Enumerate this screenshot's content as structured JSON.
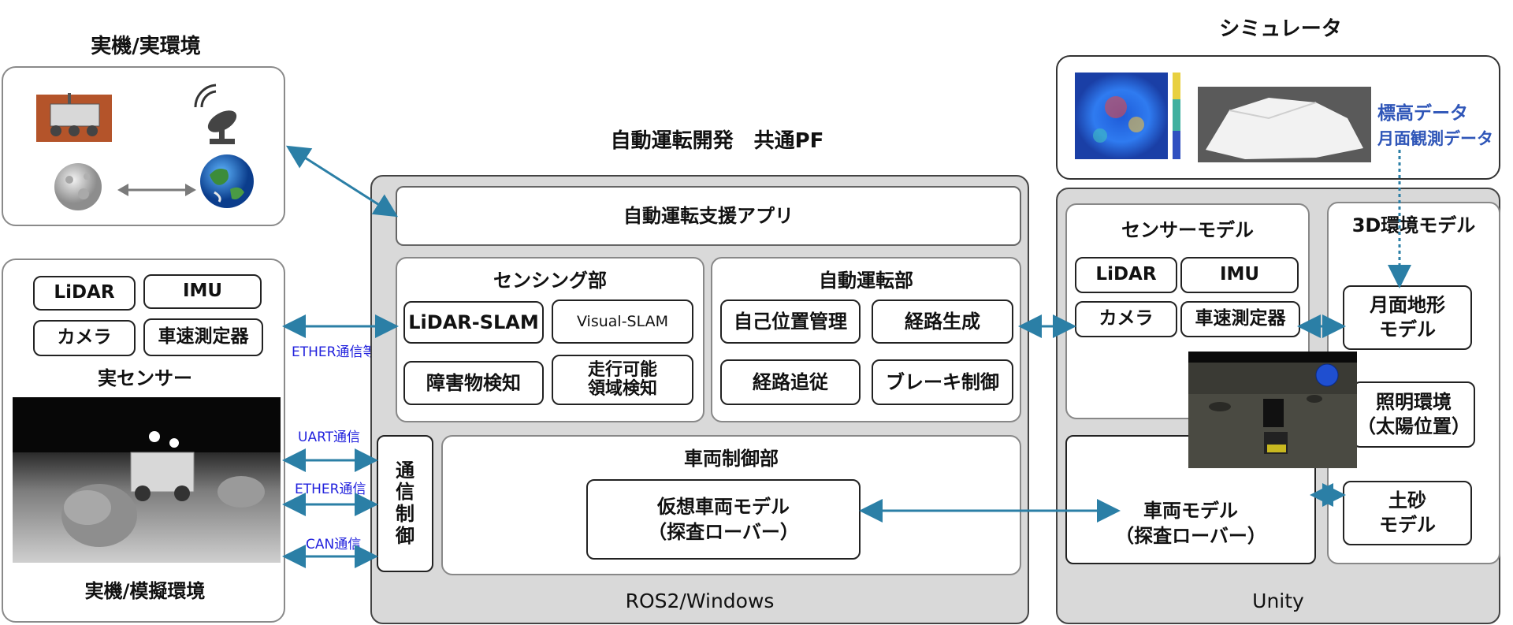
{
  "real": {
    "title": "実機/実環境",
    "sensor_section": "実センサー",
    "sensors": [
      "LiDAR",
      "IMU",
      "カメラ",
      "車速測定器"
    ],
    "env_label": "実機/模擬環境"
  },
  "comm_links": [
    "ETHER通信等",
    "UART通信",
    "ETHER通信",
    "CAN通信"
  ],
  "pf": {
    "title": "自動運転開発　共通PF",
    "app": "自動運転支援アプリ",
    "sensing": {
      "title": "センシング部",
      "items": [
        "LiDAR-SLAM",
        "Visual-SLAM",
        "障害物検知",
        "走行可能\n領域検知"
      ]
    },
    "driving": {
      "title": "自動運転部",
      "items": [
        "自己位置管理",
        "経路生成",
        "経路追従",
        "ブレーキ制御"
      ]
    },
    "comm": "通\n信\n制\n御",
    "vehicle_ctrl": {
      "title": "車両制御部",
      "model": "仮想車両モデル\n（探査ローバー）"
    },
    "os": "ROS2/Windows"
  },
  "sim": {
    "title": "シミュレータ",
    "data_labels": [
      "標高データ",
      "月面観測データ"
    ],
    "sensor_model": {
      "title": "センサーモデル",
      "items": [
        "LiDAR",
        "IMU",
        "カメラ",
        "車速測定器"
      ]
    },
    "env_model": {
      "title": "3D環境モデル",
      "items": [
        "月面地形\nモデル",
        "照明環境\n（太陽位置）",
        "土砂\nモデル"
      ]
    },
    "vehicle_model": "車両モデル\n（探査ローバー）",
    "engine": "Unity"
  }
}
